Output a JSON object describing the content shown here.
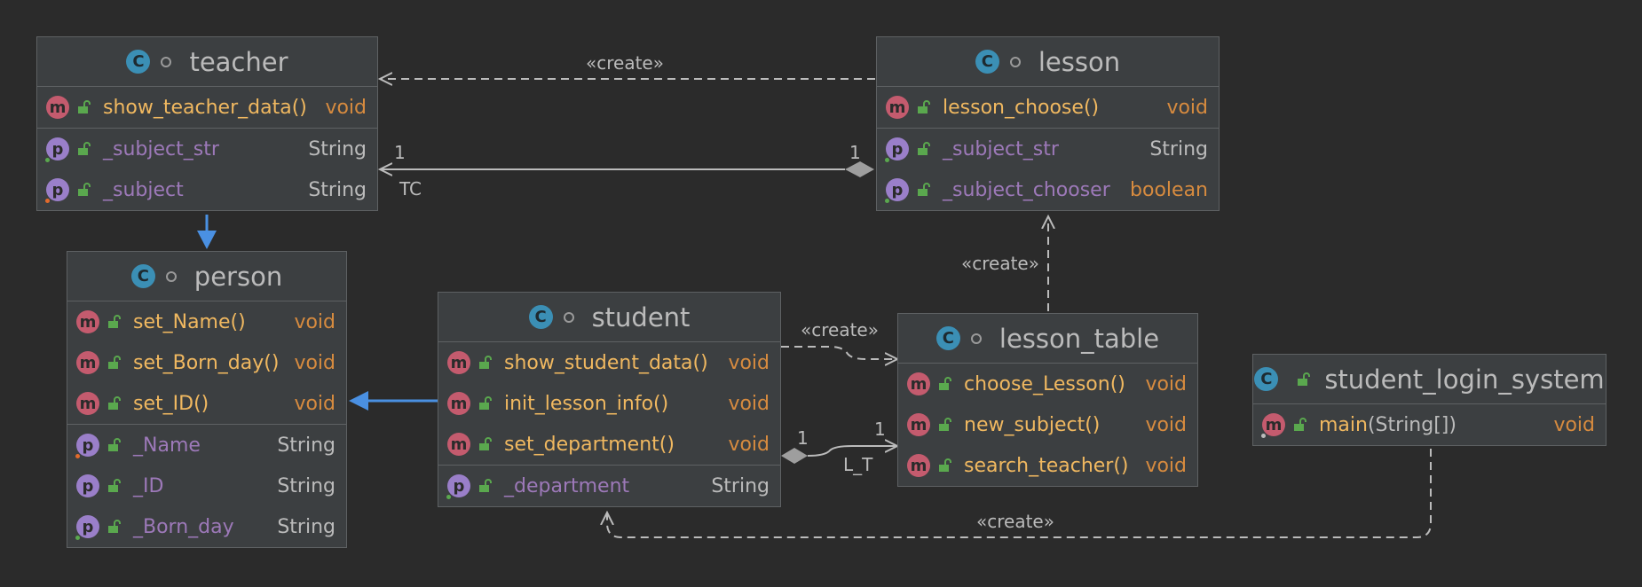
{
  "classes": {
    "teacher": {
      "name": "teacher",
      "methods": [
        {
          "name": "show_teacher_data",
          "params": "()",
          "type": "void"
        }
      ],
      "fields": [
        {
          "name": "_subject_str",
          "type": "String"
        },
        {
          "name": "_subject",
          "type": "String"
        }
      ]
    },
    "lesson": {
      "name": "lesson",
      "methods": [
        {
          "name": "lesson_choose",
          "params": "()",
          "type": "void"
        }
      ],
      "fields": [
        {
          "name": "_subject_str",
          "type": "String"
        },
        {
          "name": "_subject_chooser",
          "type": "boolean"
        }
      ]
    },
    "person": {
      "name": "person",
      "methods": [
        {
          "name": "set_Name",
          "params": "()",
          "type": "void"
        },
        {
          "name": "set_Born_day",
          "params": "()",
          "type": "void"
        },
        {
          "name": "set_ID",
          "params": "()",
          "type": "void"
        }
      ],
      "fields": [
        {
          "name": "_Name",
          "type": "String"
        },
        {
          "name": "_ID",
          "type": "String"
        },
        {
          "name": "_Born_day",
          "type": "String"
        }
      ]
    },
    "student": {
      "name": "student",
      "methods": [
        {
          "name": "show_student_data",
          "params": "()",
          "type": "void"
        },
        {
          "name": "init_lesson_info",
          "params": "()",
          "type": "void"
        },
        {
          "name": "set_department",
          "params": "()",
          "type": "void"
        }
      ],
      "fields": [
        {
          "name": "_department",
          "type": "String"
        }
      ]
    },
    "lesson_table": {
      "name": "lesson_table",
      "methods": [
        {
          "name": "choose_Lesson",
          "params": "()",
          "type": "void"
        },
        {
          "name": "new_subject",
          "params": "()",
          "type": "void"
        },
        {
          "name": "search_teacher",
          "params": "()",
          "type": "void"
        }
      ]
    },
    "student_login_system": {
      "name": "student_login_system",
      "methods": [
        {
          "name": "main",
          "params": "(String[])",
          "type": "void"
        }
      ]
    }
  },
  "icons": {
    "class": "C",
    "method": "m",
    "field": "p"
  },
  "labels": {
    "create_lesson_teacher": "«create»",
    "create_table_lesson": "«create»",
    "create_student_table": "«create»",
    "create_login_student": "«create»",
    "tc_left": "1",
    "tc_right": "1",
    "tc_name": "TC",
    "lt_left": "1",
    "lt_right": "1",
    "lt_name": "L_T"
  },
  "colors": {
    "background": "#2b2b2b",
    "box": "#3c3f41",
    "method": "#f0b860",
    "field": "#9d79b9",
    "keyword": "#d78b3f",
    "inherit": "#4a90e2"
  }
}
